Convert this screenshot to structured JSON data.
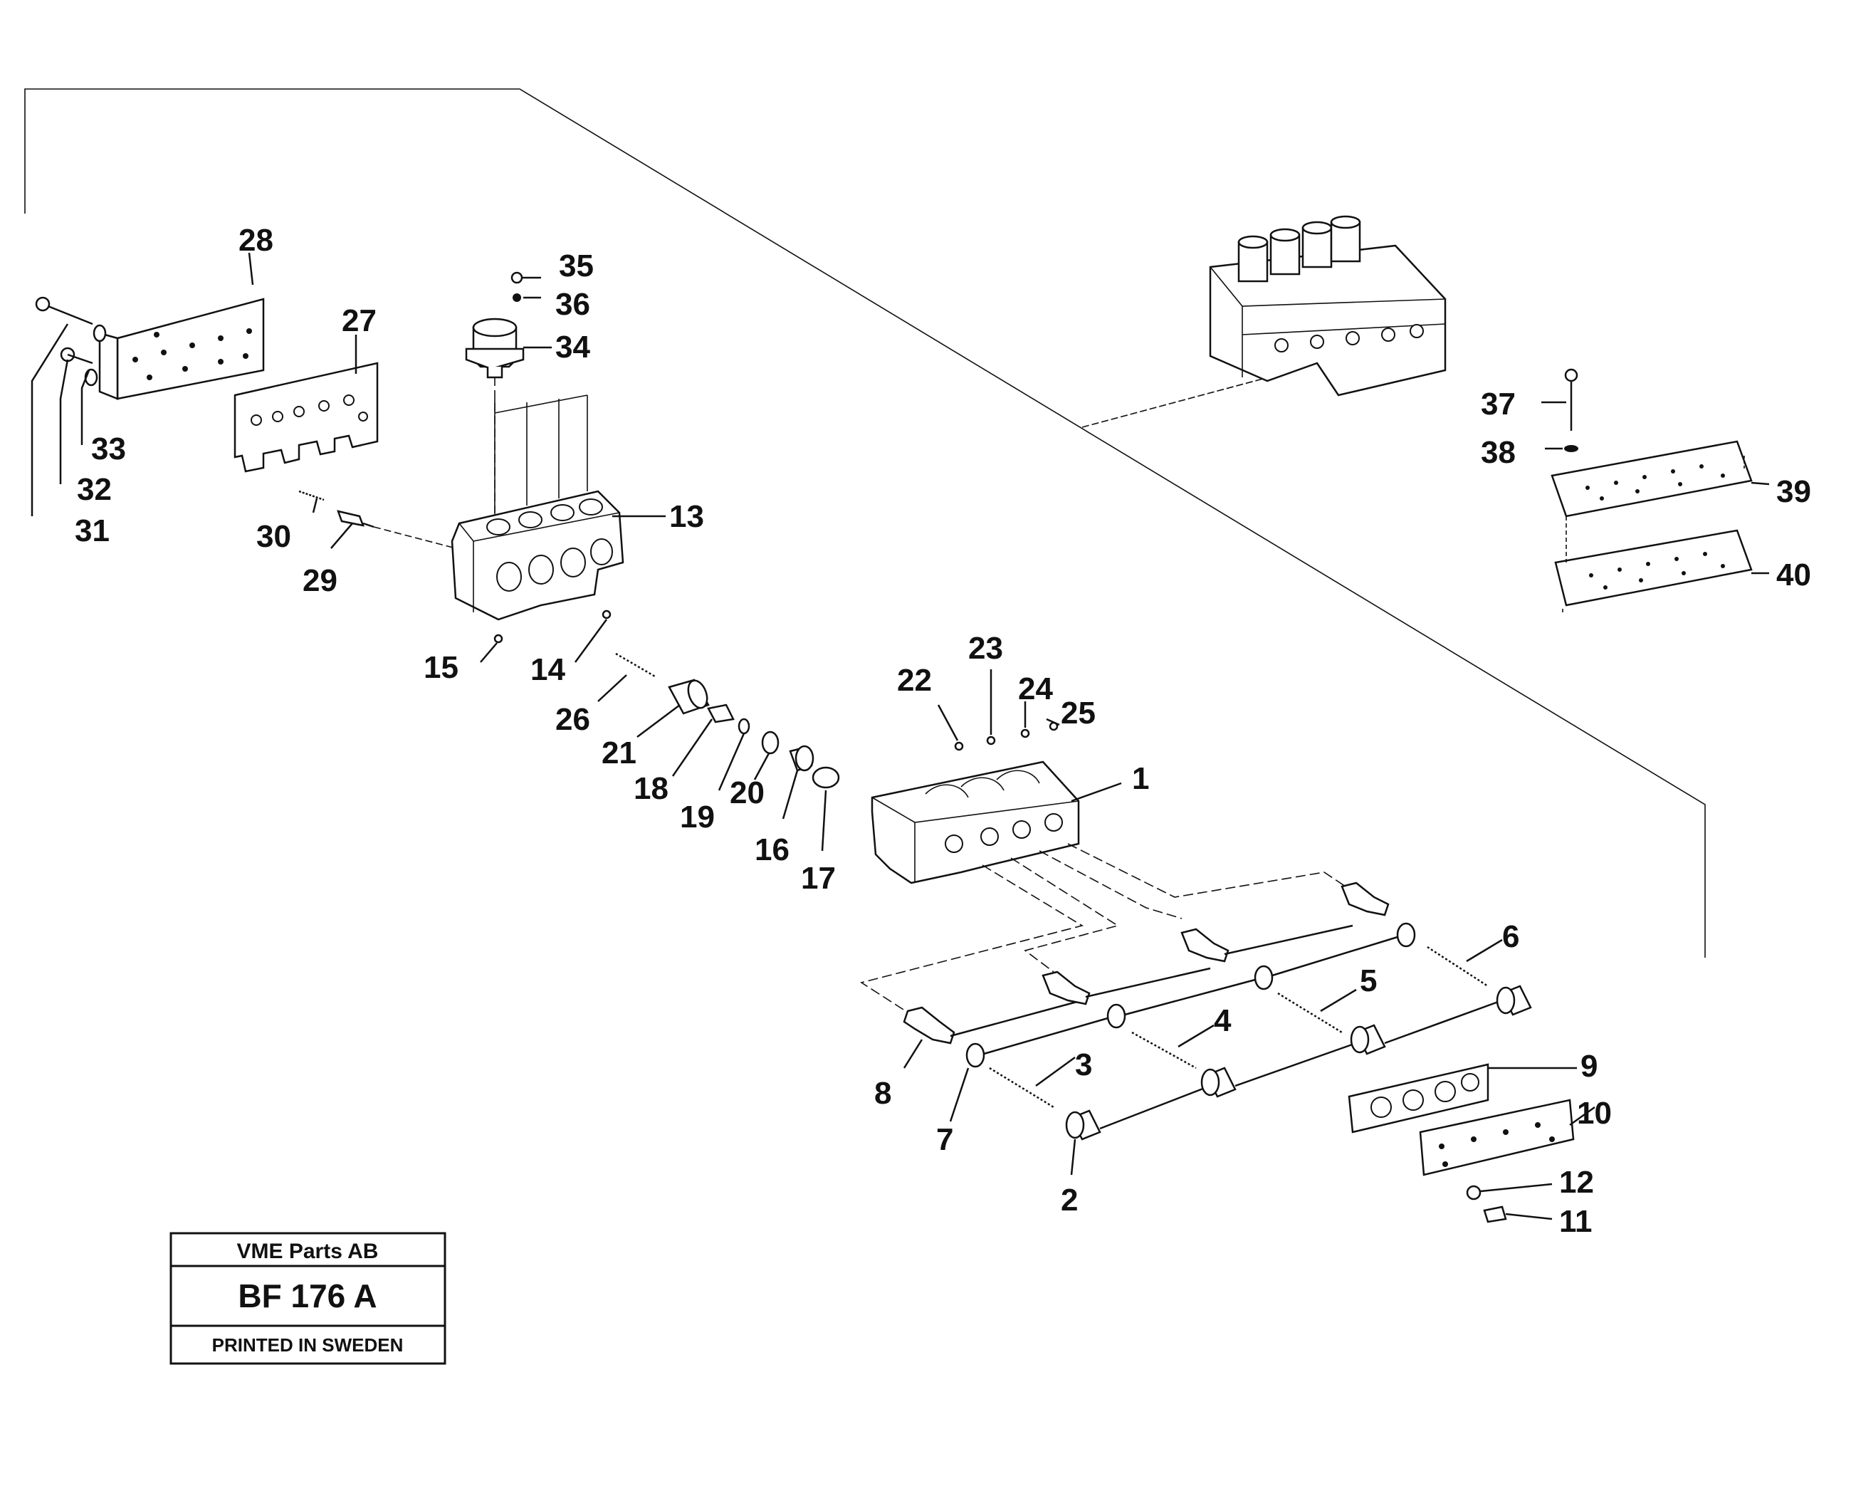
{
  "title_block": {
    "company": "VME Parts AB",
    "code": "BF 176 A",
    "printed": "PRINTED IN SWEDEN"
  },
  "part_labels": [
    "1",
    "2",
    "3",
    "4",
    "5",
    "6",
    "7",
    "8",
    "9",
    "10",
    "11",
    "12",
    "13",
    "14",
    "15",
    "16",
    "17",
    "18",
    "19",
    "20",
    "21",
    "22",
    "23",
    "24",
    "25",
    "26",
    "27",
    "28",
    "29",
    "30",
    "31",
    "32",
    "33",
    "34",
    "35",
    "36",
    "37",
    "38",
    "39",
    "40"
  ]
}
